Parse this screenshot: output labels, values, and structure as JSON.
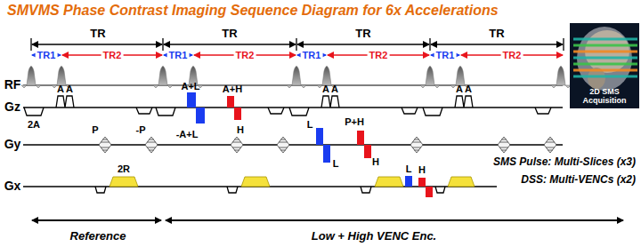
{
  "diagram": {
    "title": "SMVMS Phase Contrast Imaging Sequence Diagram for 6x Accelerations",
    "nodes": [
      {
        "text": [
          "2D SMS Acquisition"
        ]
      }
    ],
    "labels": [
      "TR",
      "TR",
      "TR",
      "TR",
      "TR1",
      "TR2",
      "TR1",
      "TR2",
      "TR1",
      "TR2",
      "TR1",
      "TR2",
      "RF",
      "Gz",
      "Gy",
      "Gx",
      "A",
      "A",
      "2A",
      "P",
      "-P",
      "2R",
      "A+L",
      "-A+L",
      "A+H",
      "H",
      "A",
      "A",
      "L",
      "L",
      "P+H",
      "H",
      "A",
      "A",
      "L",
      "H",
      "SMS Pulse: Multi-Slices (x3)",
      "DSS: Multi-VENCs (x2)",
      "Reference",
      "Low + High VENC Enc."
    ]
  }
}
